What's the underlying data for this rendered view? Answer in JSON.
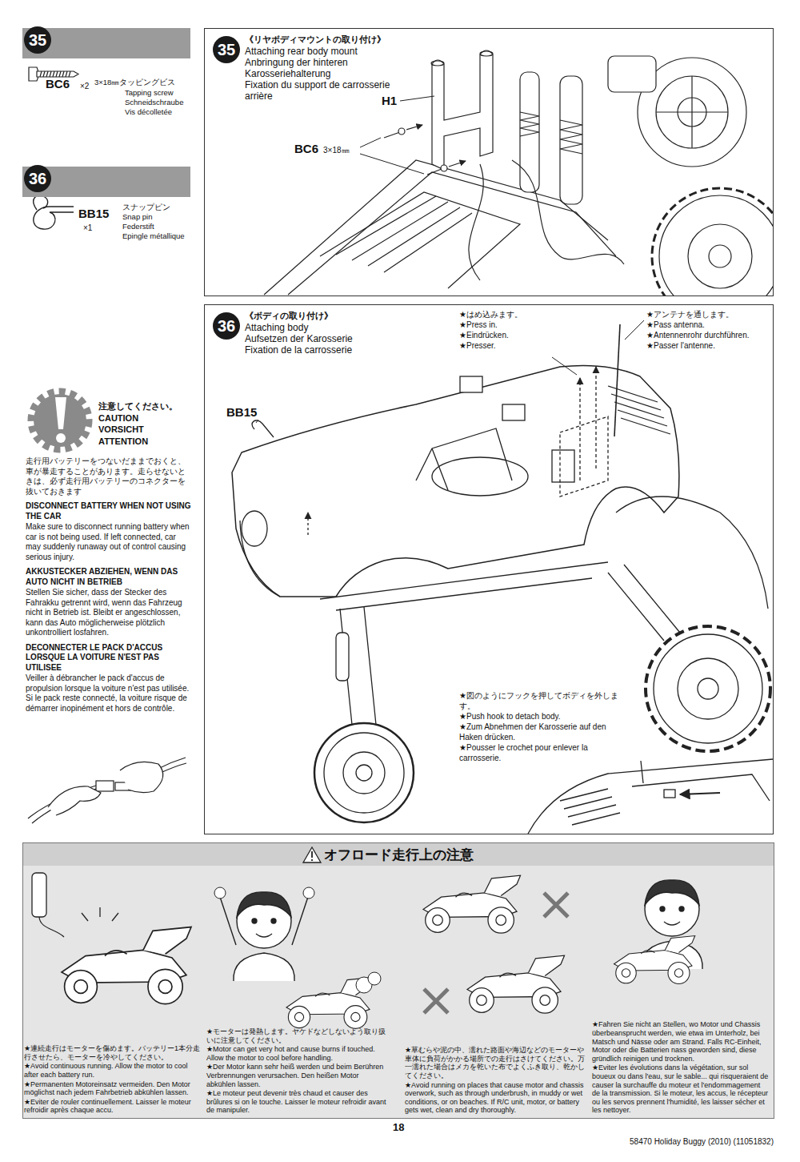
{
  "diagram": {
    "nodes": [
      {
        "text": [
          "35"
        ]
      },
      {
        "text": [
          "36"
        ]
      },
      {
        "text": [
          "35",
          "《リヤボディマウントの取り付け》",
          "Attaching rear body mount",
          "Anbringung der hinteren Karosseriehalterung",
          "Fixation du support de carrosserie arrière"
        ]
      },
      {
        "text": [
          "36",
          "《ボディの取り付け》",
          "Attaching body",
          "Aufsetzen der Karosserie",
          "Fixation de la carrosserie"
        ]
      },
      {
        "text": [
          "オフロード走行上の注意"
        ]
      }
    ],
    "labels": [
      "BC6",
      "×2",
      "3×18㎜タッピングビス",
      "Tapping screw",
      "Schneidschraube",
      "Vis décolletée",
      "BB15",
      "×1",
      "スナップピン",
      "Snap pin",
      "Federstift",
      "Epingle métallique",
      "H1",
      "BC6",
      "3×18㎜",
      "★はめ込みます。",
      "★Press in.",
      "★Eindrücken.",
      "★Presser.",
      "★アンテナを通します。",
      "★Pass antenna.",
      "★Antennenrohr durchführen.",
      "★Passer l'antenne.",
      "BB15",
      "★図のようにフックを押してボディを外します。",
      "★Push hook to detach body.",
      "★Zum Abnehmen der Karosserie auf den Haken drücken.",
      "★Pousser le crochet pour enlever la carrosserie.",
      "注意してください。",
      "CAUTION",
      "VORSICHT",
      "ATTENTION",
      "走行用バッテリーをつないだままでおくと、車が暴走することがあります。走らせないときは、必ず走行用バッテリーのコネクターを抜いておきます",
      "DISCONNECT BATTERY WHEN NOT USING THE CAR",
      "Make sure to disconnect running battery when car is not being used. If left connected, car may suddenly runaway out of control causing serious injury.",
      "AKKUSTECKER ABZIEHEN, WENN DAS AUTO NICHT IN BETRIEB",
      "Stellen Sie sicher, dass der Stecker des Fahrakku getrennt wird, wenn das Fahrzeug nicht in Betrieb ist. Bleibt er angeschlossen, kann das Auto möglicherweise plötzlich unkontrolliert losfahren.",
      "DECONNECTER LE PACK D'ACCUS LORSQUE LA VOITURE N'EST PAS UTILISEE",
      "Veiller à débrancher le pack d'accus de propulsion lorsque la voiture n'est pas utilisée. Si le pack reste connecté, la voiture risque de démarrer inopinément et hors de contrôle.",
      "★連続走行はモーターを傷めます。バッテリー1本分走行させたら、モーターを冷やしてください。",
      "★Avoid continuous running. Allow the motor to cool after each battery run.",
      "★Permanenten Motoreinsatz vermeiden. Den Motor möglichst nach jedem Fahrbetrieb abkühlen lassen.",
      "★Eviter de rouler continuellement. Laisser le moteur refroidir après chaque accu.",
      "★モーターは発熱します。ヤケドなどしないよう取り扱いに注意してください。",
      "★Motor can get very hot and cause burns if touched. Allow the motor to cool before handling.",
      "★Der Motor kann sehr heiß werden und beim Berühren Verbrennungen verursachen. Den heißen Motor abkühlen lassen.",
      "★Le moteur peut devenir très chaud et causer des brûlures si on le touche. Laisser le moteur refroidir avant de manipuler.",
      "★草むらや泥の中、濡れた路面や海辺などのモーターや車体に負荷がかかる場所での走行はさけてください。万一濡れた場合はメカを乾いた布でよくふき取り、乾かしてください。",
      "★Avoid running on places that cause motor and chassis overwork, such as through underbrush, in muddy or wet conditions, or on beaches. If R/C unit, motor, or battery gets wet, clean and dry thoroughly.",
      "★Fahren Sie nicht an Stellen, wo Motor und Chassis überbeansprucht werden, wie etwa im Unterholz, bei Matsch und Nässe oder am Strand. Falls RC-Einheit, Motor oder die Batterien nass geworden sind, diese gründlich reinigen und trocknen.",
      "★Eviter les évolutions dans la végétation, sur sol boueux ou dans l'eau, sur le sable... qui risqueraient de causer la surchauffe du moteur et l'endommagement de la transmission. Si le moteur, les accus, le récepteur ou les servos prennent l'humidité, les laisser sécher et les nettoyer.",
      "18",
      "58470 Holiday Buggy (2010) (11051832)"
    ]
  }
}
